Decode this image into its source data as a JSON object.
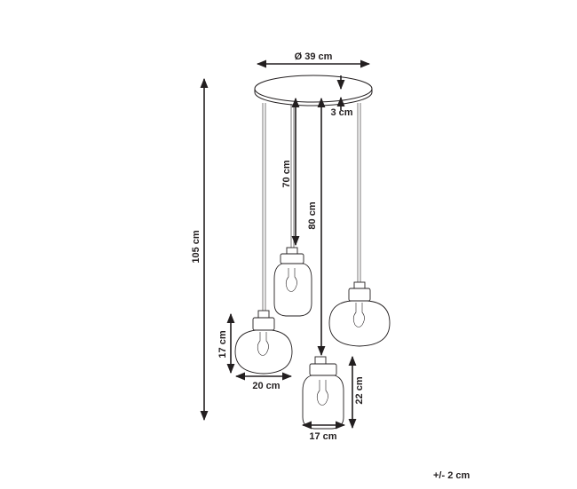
{
  "dimensions": {
    "canopy_diameter": "Ø 39 cm",
    "canopy_height": "3 cm",
    "cable_short": "70 cm",
    "cable_long": "80 cm",
    "total_height": "105 cm",
    "round_shade_height": "17 cm",
    "round_shade_width": "20 cm",
    "tall_shade_height": "22 cm",
    "tall_shade_width": "17 cm"
  },
  "tolerance": "+/- 2 cm",
  "colors": {
    "line": "#231f20",
    "background": "#ffffff"
  }
}
